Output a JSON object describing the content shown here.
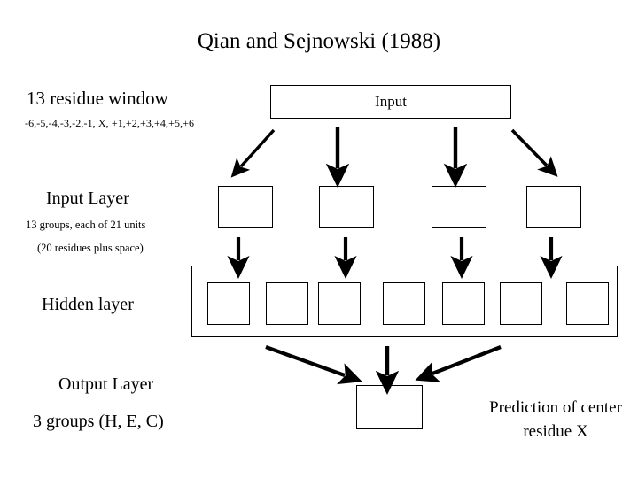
{
  "slide": {
    "title": "Qian and Sejnowski (1988)",
    "background_color": "#ffffff",
    "ink_color": "#000000"
  },
  "labels": {
    "window_title": "13 residue window",
    "window_positions": "-6,-5,-4,-3,-2,-1, X, +1,+2,+3,+4,+5,+6",
    "input_layer": "Input Layer",
    "input_layer_groups": "13 groups, each of 21 units",
    "input_layer_note": "(20 residues plus space)",
    "hidden_layer": "Hidden layer",
    "output_layer": "Output Layer",
    "output_groups": "3 groups (H, E, C)",
    "prediction_line1": "Prediction of center",
    "prediction_line2": "residue X"
  },
  "boxes": {
    "input": {
      "label": "Input"
    },
    "input_layer_cells": [
      {
        "label": ""
      },
      {
        "label": ""
      },
      {
        "label": ""
      },
      {
        "label": ""
      }
    ],
    "hidden_layer_cells": [
      {
        "label": ""
      },
      {
        "label": ""
      },
      {
        "label": ""
      },
      {
        "label": ""
      },
      {
        "label": ""
      },
      {
        "label": ""
      },
      {
        "label": ""
      }
    ],
    "output": {
      "label": ""
    }
  },
  "arrows": {
    "input_to_input_layer": [
      {
        "name": "arrow-input-to-cell-1",
        "direction": "down-left"
      },
      {
        "name": "arrow-input-to-cell-2",
        "direction": "down"
      },
      {
        "name": "arrow-input-to-cell-3",
        "direction": "down"
      },
      {
        "name": "arrow-input-to-cell-4",
        "direction": "down-right"
      }
    ],
    "input_layer_to_hidden": [
      {
        "name": "arrow-cell-1-to-hidden",
        "direction": "down"
      },
      {
        "name": "arrow-cell-2-to-hidden",
        "direction": "down"
      },
      {
        "name": "arrow-cell-3-to-hidden",
        "direction": "down"
      },
      {
        "name": "arrow-cell-4-to-hidden",
        "direction": "down"
      }
    ],
    "hidden_to_output": [
      {
        "name": "arrow-hidden-left-to-output",
        "direction": "down-right"
      },
      {
        "name": "arrow-hidden-center-to-output",
        "direction": "down"
      },
      {
        "name": "arrow-hidden-right-to-output",
        "direction": "down-left"
      }
    ]
  }
}
